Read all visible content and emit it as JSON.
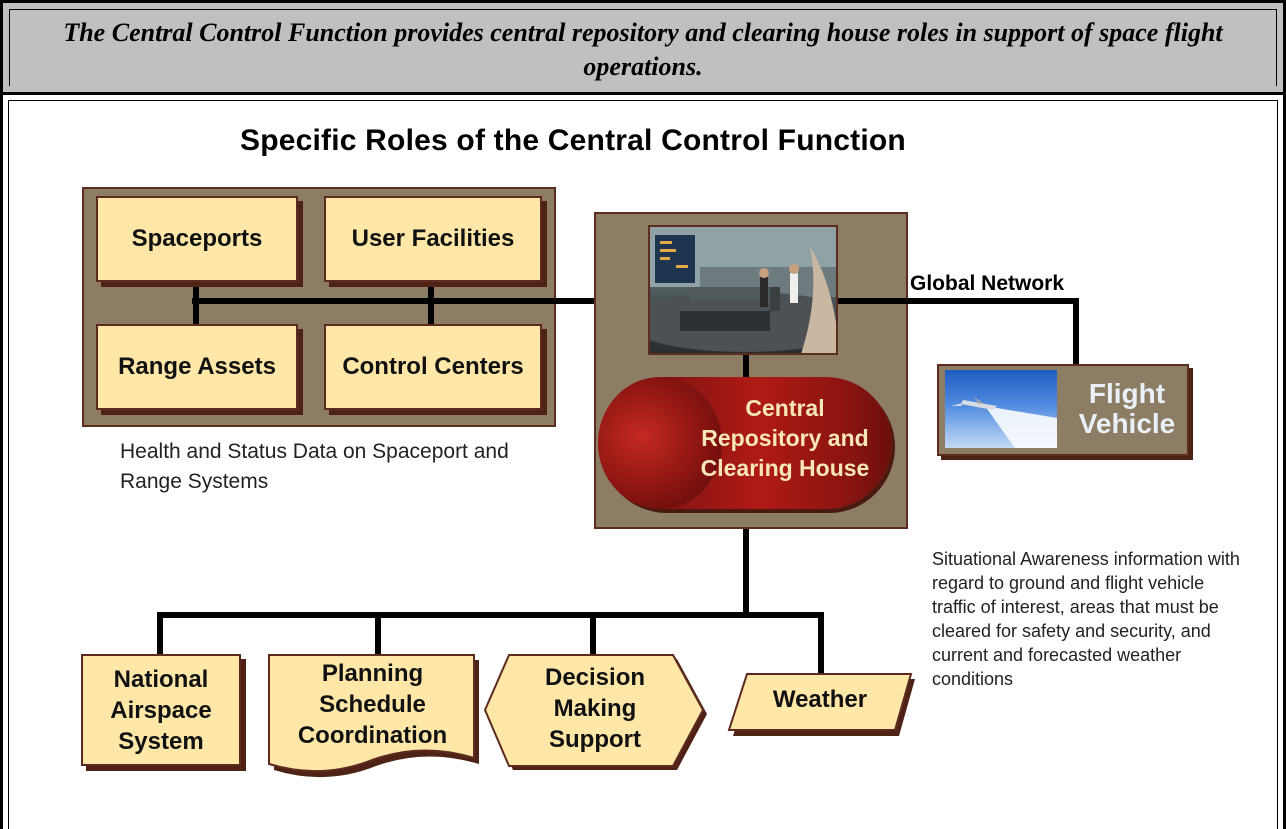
{
  "caption": "The Central Control Function provides central repository and clearing house roles in support of space flight operations.",
  "diagram": {
    "title": "Specific Roles of the Central Control Function",
    "facility_boxes": {
      "spaceports": "Spaceports",
      "user_facilities": "User Facilities",
      "range_assets": "Range Assets",
      "control_centers": "Control Centers"
    },
    "health_status_note": "Health and Status Data on Spaceport and Range Systems",
    "central": "Central Repository and Clearing House",
    "global_network": "Global Network",
    "flight_vehicle": "Flight Vehicle",
    "situational_note": "Situational Awareness information with regard to ground and flight vehicle traffic of interest, areas that must be cleared for safety and security, and current and forecasted weather conditions",
    "outputs": {
      "nas": "National Airspace System",
      "planning": "Planning Schedule Coordination",
      "decision": "Decision Making Support",
      "weather": "Weather"
    }
  },
  "colors": {
    "box_fill": "#ffe7a8",
    "panel_fill": "#8c7d64",
    "cylinder": "#a0140f",
    "caption_bg": "#c0c0c0"
  }
}
